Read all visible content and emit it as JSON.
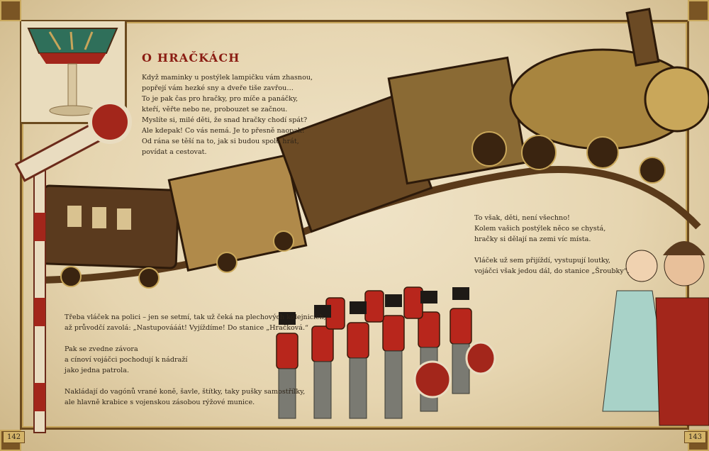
{
  "title": "O HRAČKÁCH",
  "paragraphs": {
    "intro": "Když maminky u postýlek lampičku vám zhasnou,\npopřejí vám hezké sny a dveře tiše zavřou…\nTo je pak čas pro hračky, pro míče a panáčky,\nkteří, věřte nebo ne, probouzet se začnou.\nMyslíte si, milé děti, že snad hračky chodí spát?\nAle kdepak! Co vás nemá. Je to přesně naopak!\nOd rána se těší na to, jak si budou spolu hrát,\npovídat a cestovat.",
    "left_bottom": "Třeba vláček na polici – jen se setmí, tak už čeká na plechových kolejnicích,\naž průvodčí zavolá: „Nastupovááát! Vyjíždíme! Do stanice „Hračková.“\n\nPak se zvedne závora\na cínoví vojáčci pochodují k nádraží\njako jedna patrola.\n\nNakládají do vagónů vrané koně, šavle, štítky, taky pušky samostřílky,\nale hlavně krabice s vojenskou zásobou rýžové munice.",
    "right": "To však, děti, není všechno!\nKolem vašich postýlek něco se chystá,\nhračky si dělají na zemi víc místa.\n\nVláček už sem přijíždí, vystupují loutky,\nvojáčci však jedou dál, do stanice „Šroubky“."
  },
  "page_numbers": {
    "left": "142",
    "right": "143"
  },
  "colors": {
    "title": "#8a1c12",
    "frame": "#6b4a1e",
    "paper": "#ecdfc1"
  }
}
